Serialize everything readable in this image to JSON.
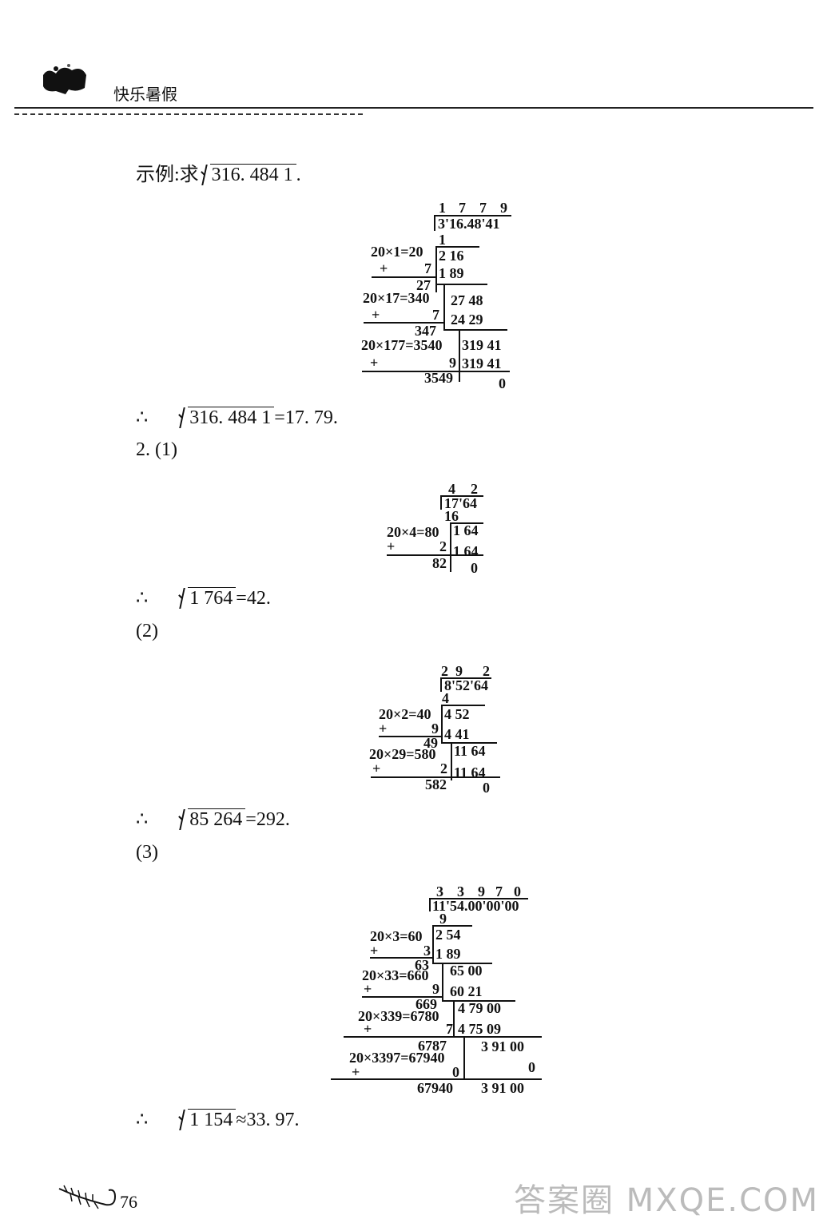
{
  "header": {
    "title": "快乐暑假"
  },
  "example": {
    "label": "示例:求",
    "radicand": "316. 484 1",
    "tail": ".",
    "quotient": [
      "1",
      "7",
      "7",
      "9"
    ],
    "dividend": "3'16.48'41",
    "left": [
      "20×1=20",
      "+",
      "7",
      "27",
      "20×17=340",
      "+",
      "7",
      "347",
      "20×177=3540",
      "+",
      "9",
      "3549"
    ],
    "right": [
      "1",
      "2 16",
      "1 89",
      "27 48",
      "24 29",
      "319 41",
      "319 41",
      "0"
    ],
    "conclusion_sym": "∴",
    "conclusion_radicand": "316. 484 1",
    "conclusion_result": "=17. 79."
  },
  "p1": {
    "label": "2. (1)",
    "quotient": [
      "4",
      "2"
    ],
    "dividend": "17'64",
    "left": [
      "20×4=80",
      "+",
      "2",
      "82"
    ],
    "right": [
      "16",
      "1 64",
      "1 64",
      "0"
    ],
    "conclusion_sym": "∴",
    "conclusion_radicand": "1 764",
    "conclusion_result": "=42."
  },
  "p2": {
    "label": "(2)",
    "quotient": [
      "2",
      "9",
      "2"
    ],
    "dividend": "8'52'64",
    "left": [
      "20×2=40",
      "+",
      "9",
      "49",
      "20×29=580",
      "+",
      "2",
      "582"
    ],
    "right": [
      "4",
      "4 52",
      "4 41",
      "11 64",
      "11 64",
      "0"
    ],
    "conclusion_sym": "∴",
    "conclusion_radicand": "85 264",
    "conclusion_result": "=292."
  },
  "p3": {
    "label": "(3)",
    "quotient": [
      "3",
      "3",
      "9",
      "7",
      "0"
    ],
    "dividend": "11'54.00'00'00",
    "left": [
      "20×3=60",
      "+",
      "3",
      "63",
      "20×33=660",
      "+",
      "9",
      "669",
      "20×339=6780",
      "+",
      "7",
      "6787",
      "20×3397=67940",
      "+",
      "0",
      "67940"
    ],
    "right": [
      "9",
      "2 54",
      "1 89",
      "65 00",
      "60 21",
      "4 79 00",
      "4 75 09",
      "3 91 00",
      "0",
      "3 91 00"
    ],
    "conclusion_sym": "∴",
    "conclusion_radicand": "1 154",
    "conclusion_result": "≈33. 97."
  },
  "footer": {
    "page_number": "76",
    "watermark": "答案圈 MXQE.COM"
  }
}
